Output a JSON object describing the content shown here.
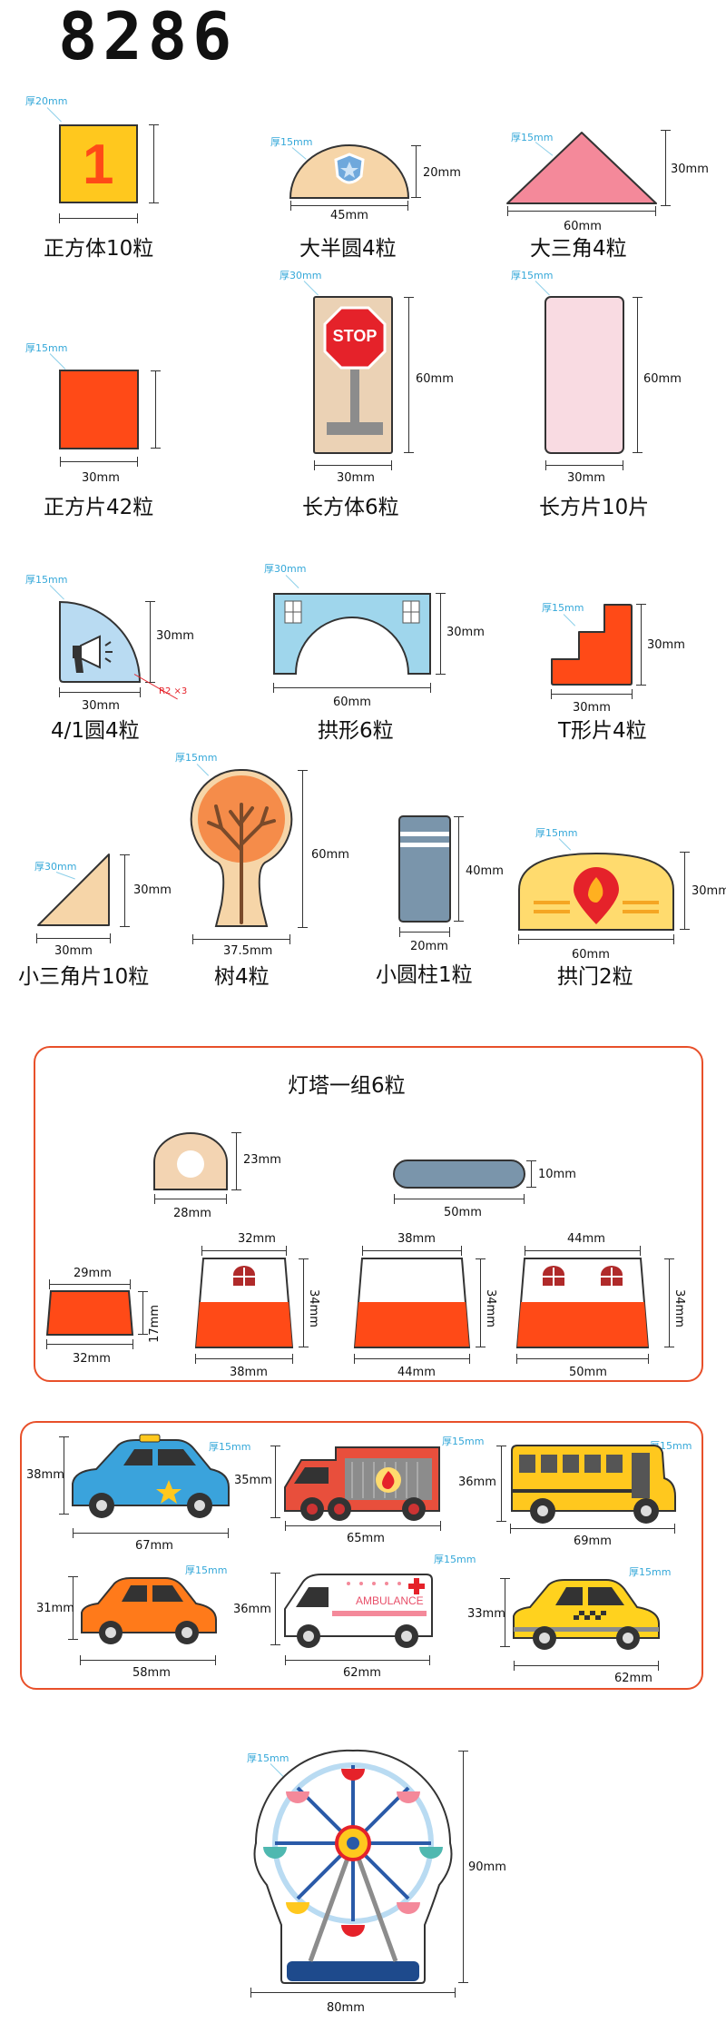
{
  "title": "8286",
  "thickness": {
    "t15": "厚15mm",
    "t20": "厚20mm",
    "t30": "厚30mm"
  },
  "blocks": {
    "cube": {
      "label": "正方体10粒",
      "digit": "1"
    },
    "semicircle": {
      "label": "大半圆4粒",
      "w": "45mm",
      "h": "20mm"
    },
    "big_triangle": {
      "label": "大三角4粒",
      "w": "60mm",
      "h": "30mm"
    },
    "square_slice": {
      "label": "正方片42粒",
      "w": "30mm"
    },
    "cuboid": {
      "label": "长方体6粒",
      "w": "30mm",
      "h": "60mm",
      "sign": "STOP"
    },
    "rect_slice": {
      "label": "长方片10片",
      "w": "30mm",
      "h": "60mm"
    },
    "quarter_circle": {
      "label": "4/1圆4粒",
      "w": "30mm",
      "h": "30mm",
      "radius": "R2 ×3"
    },
    "arch": {
      "label": "拱形6粒",
      "w": "60mm",
      "h": "30mm"
    },
    "t_slice": {
      "label": "T形片4粒",
      "w": "30mm",
      "h": "30mm"
    },
    "small_triangle": {
      "label": "小三角片10粒",
      "w": "30mm",
      "h": "30mm"
    },
    "tree": {
      "label": "树4粒",
      "w": "37.5mm",
      "h": "60mm"
    },
    "cylinder": {
      "label": "小圆柱1粒",
      "w": "20mm",
      "h": "40mm"
    },
    "gate": {
      "label": "拱门2粒",
      "w": "60mm",
      "h": "30mm"
    }
  },
  "lighthouse": {
    "title": "灯塔一组6粒",
    "top_arch": {
      "w": "28mm",
      "h": "23mm"
    },
    "bar": {
      "w": "50mm",
      "h": "10mm"
    },
    "small": {
      "top": "29mm",
      "bottom": "32mm",
      "h": "17mm"
    },
    "t1": {
      "top": "32mm",
      "bottom": "38mm",
      "h": "34mm"
    },
    "t2": {
      "top": "38mm",
      "bottom": "44mm",
      "h": "34mm"
    },
    "t3": {
      "top": "44mm",
      "bottom": "50mm",
      "h": "34mm"
    }
  },
  "vehicles": {
    "police": {
      "w": "67mm",
      "h": "38mm"
    },
    "fire": {
      "w": "65mm",
      "h": "35mm"
    },
    "bus": {
      "w": "69mm",
      "h": "36mm"
    },
    "car": {
      "w": "58mm",
      "h": "31mm"
    },
    "ambulance": {
      "w": "62mm",
      "h": "36mm",
      "text": "AMBULANCE"
    },
    "taxi": {
      "w": "62mm",
      "h": "33mm"
    }
  },
  "ferris": {
    "w": "80mm",
    "h": "90mm"
  },
  "colors": {
    "orange_red": "#ff4a17",
    "accent_border": "#e8502a",
    "thickness_blue": "#35a8d9"
  }
}
